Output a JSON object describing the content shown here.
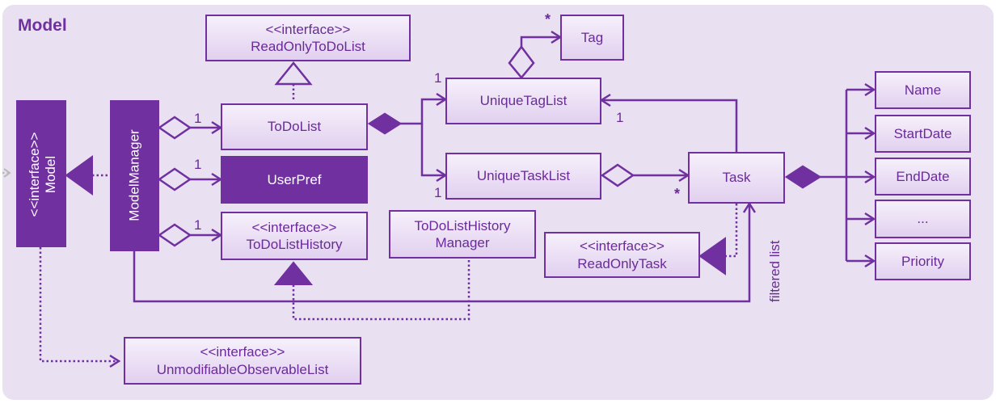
{
  "diagram": {
    "title": "Model",
    "boxes": {
      "read_only_todo_list": {
        "stereotype": "<<interface>>",
        "name": "ReadOnlyToDoList"
      },
      "todo_list": {
        "name": "ToDoList"
      },
      "user_pref": {
        "name": "UserPref"
      },
      "todo_list_history": {
        "stereotype": "<<interface>>",
        "name": "ToDoListHistory"
      },
      "todo_list_history_manager": {
        "line1": "ToDoListHistory",
        "line2": "Manager"
      },
      "read_only_task": {
        "stereotype": "<<interface>>",
        "name": "ReadOnlyTask"
      },
      "model": {
        "stereotype": "<<interface>>",
        "name": "Model"
      },
      "model_manager": {
        "name": "ModelManager"
      },
      "tag": {
        "name": "Tag"
      },
      "unique_tag_list": {
        "name": "UniqueTagList"
      },
      "unique_task_list": {
        "name": "UniqueTaskList"
      },
      "task": {
        "name": "Task"
      },
      "unmodifiable_observable_list": {
        "stereotype": "<<interface>>",
        "name": "UnmodifiableObservableList"
      },
      "name": {
        "name": "Name"
      },
      "start_date": {
        "name": "StartDate"
      },
      "end_date": {
        "name": "EndDate"
      },
      "ellipsis": {
        "name": "..."
      },
      "priority": {
        "name": "Priority"
      }
    },
    "multiplicities": {
      "todolist": "1",
      "userpref": "1",
      "history": "1",
      "tag_star": "*",
      "tag_list_left": "1",
      "tag_list_right": "1",
      "task_list": "1",
      "task_star": "*"
    },
    "edge_labels": {
      "filtered_list": "filtered list"
    },
    "colors": {
      "primary": "#7030a0",
      "box_fill": "#ede3f5",
      "frame": "#e9e1f1"
    }
  }
}
